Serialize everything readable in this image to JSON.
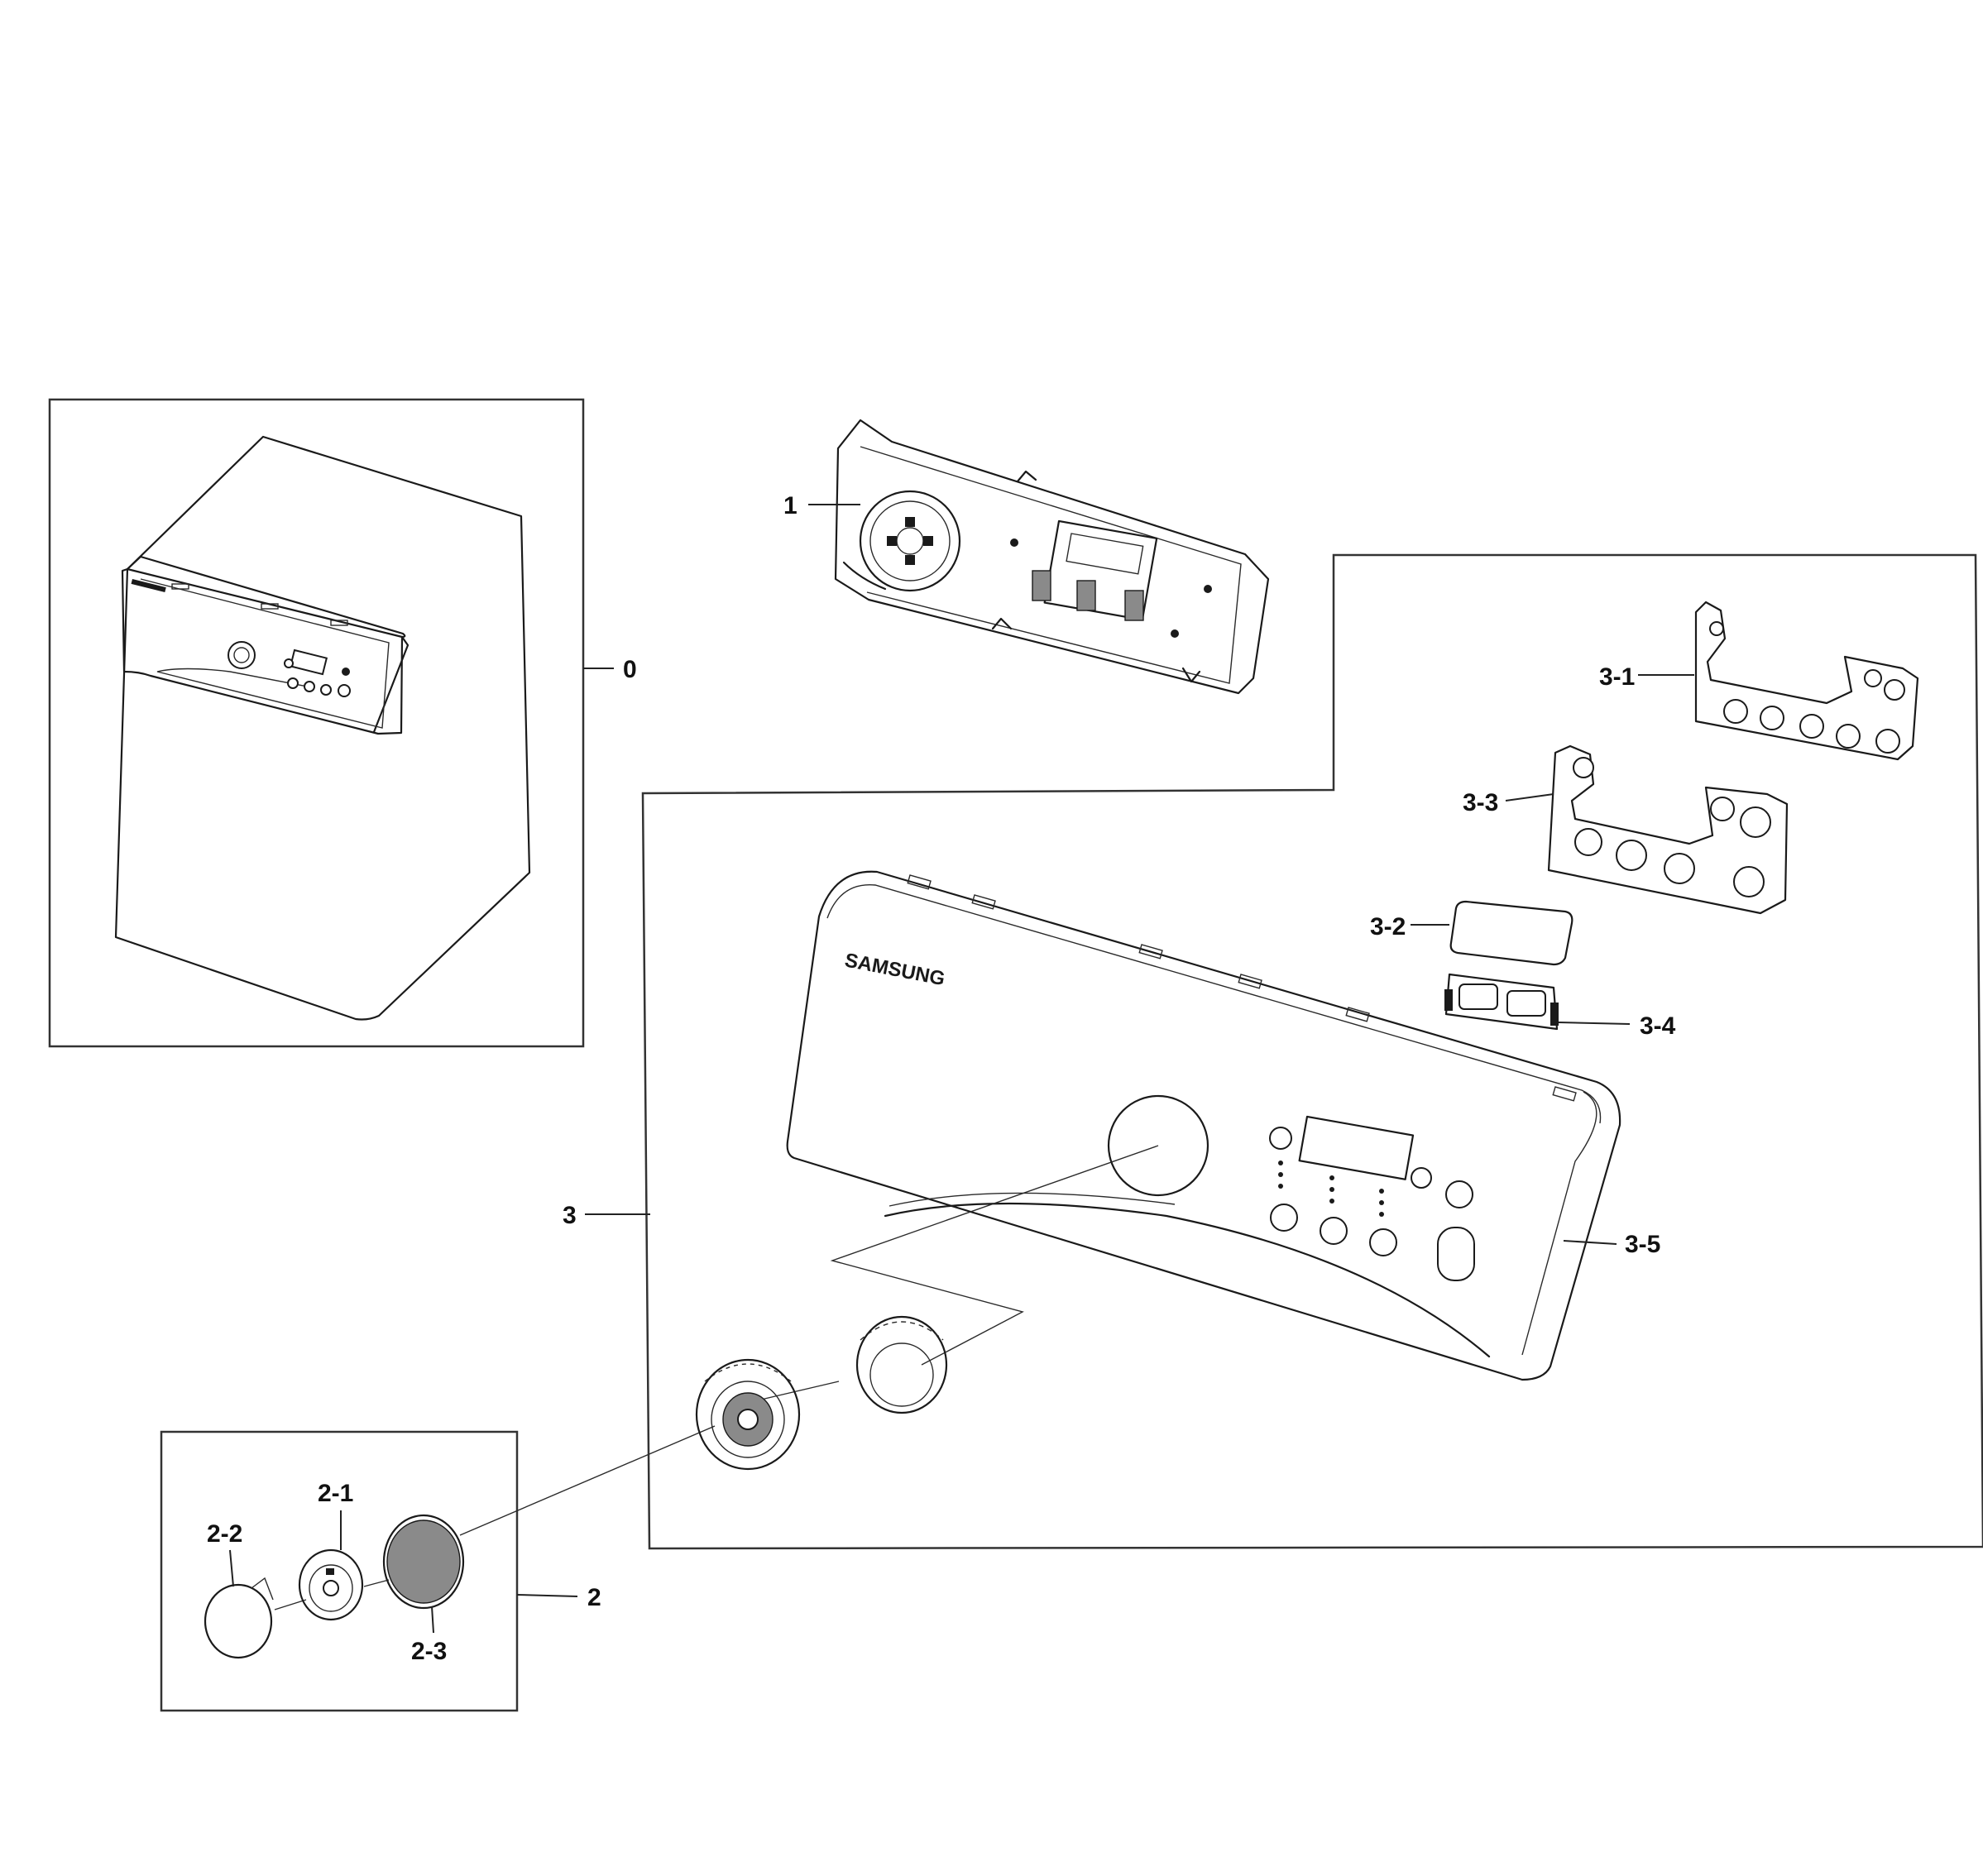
{
  "brand_marking": "SAMSUNG",
  "labels": {
    "assembly": "0",
    "pcb": "1",
    "knob_assy": "2",
    "knob_2_1": "2-1",
    "knob_2_2": "2-2",
    "knob_2_3": "2-3",
    "panel_assy": "3",
    "holder_3_1": "3-1",
    "window_3_2": "3-2",
    "holder_3_3": "3-3",
    "button_3_4": "3-4",
    "panel_3_5": "3-5"
  },
  "colors": {
    "ink": "#1a1a1a",
    "frame": "#333333",
    "background": "#ffffff"
  }
}
